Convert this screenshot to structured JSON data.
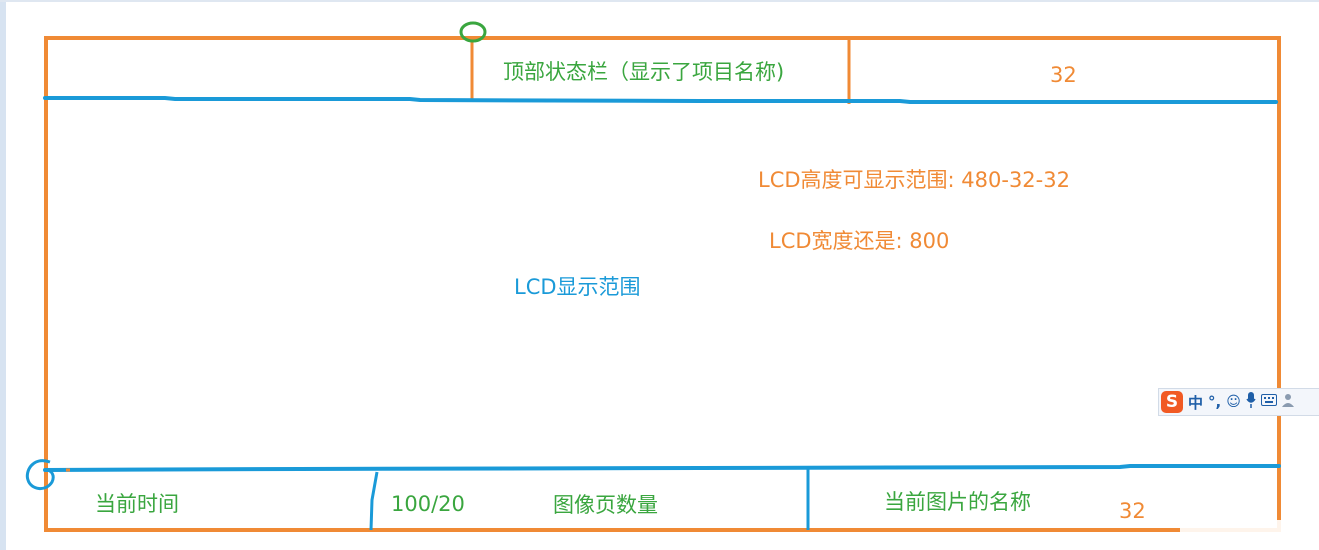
{
  "diagram": {
    "top_bar_label": "顶部状态栏（显示了项目名称)",
    "top_height": "32",
    "lcd_height_text": "LCD高度可显示范围: 480-32-32",
    "lcd_width_text": "LCD宽度还是: 800",
    "lcd_area_label": "LCD显示范围",
    "bottom_time": "当前时间",
    "bottom_count": "100/20",
    "bottom_pages": "图像页数量",
    "bottom_name": "当前图片的名称",
    "bottom_height": "32"
  },
  "ime_toolbar": {
    "logo": "S",
    "mode": "中",
    "punct": "°,",
    "icons": [
      "smiley-icon",
      "microphone-icon",
      "keyboard-icon",
      "user-icon"
    ]
  },
  "colors": {
    "orange": "#f08a35",
    "blue": "#1a9ad8",
    "green": "#3aa63f"
  }
}
